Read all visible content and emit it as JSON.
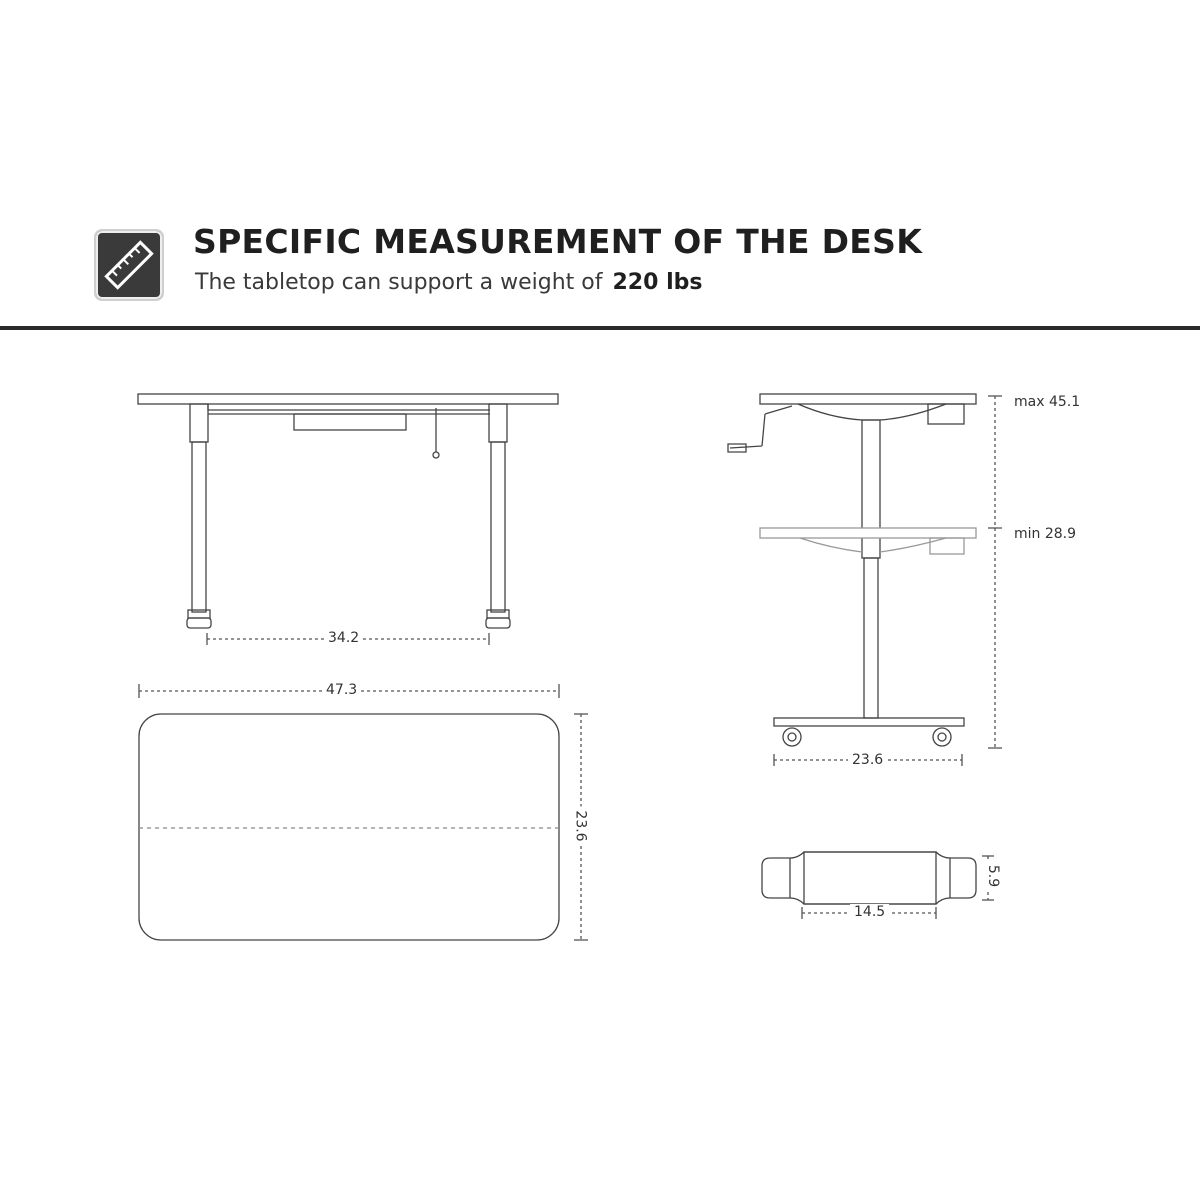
{
  "header": {
    "icon": "ruler-icon",
    "title": "SPECIFIC MEASUREMENT OF THE DESK",
    "subtitle_text": "The tabletop can support a weight of",
    "subtitle_weight": "220 lbs"
  },
  "dimensions": {
    "leg_spacing": "34.2",
    "desk_width": "47.3",
    "desk_depth": "23.6",
    "max_height": "max 45.1",
    "min_height": "min 28.9",
    "base_width": "23.6",
    "foot_width": "14.5",
    "foot_height": "5.9"
  },
  "colors": {
    "line": "#444444",
    "dashed": "#888888",
    "rule": "#2a2a2a",
    "icon_bg": "#3a3a3a"
  }
}
